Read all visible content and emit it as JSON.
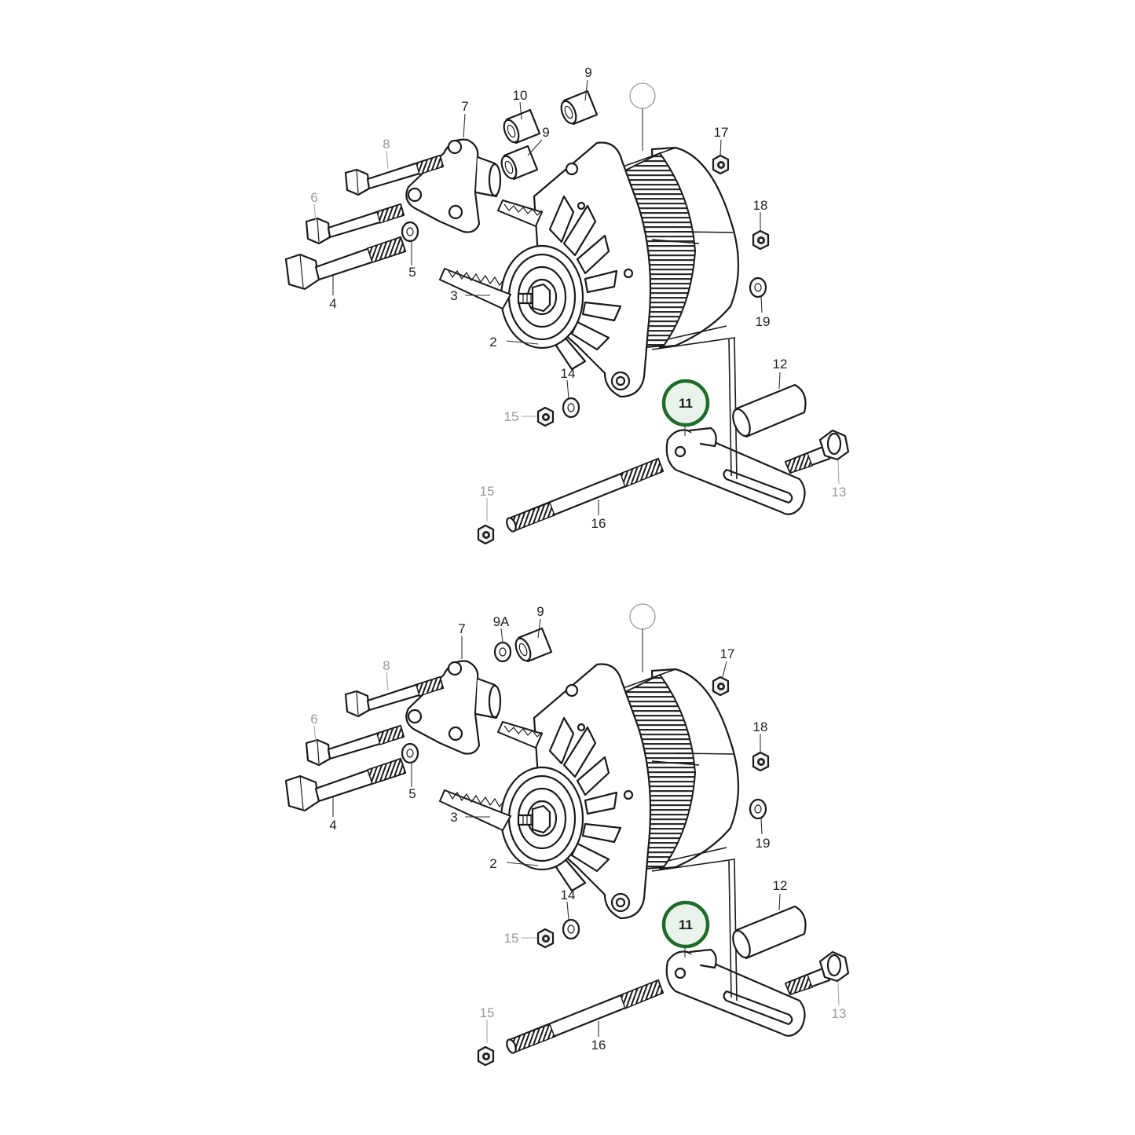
{
  "highlight_color": "#1e6b2a",
  "highlight_fill": "#e9f3ea",
  "diagrams": [
    {
      "id": "top",
      "callouts": {
        "c9": "9",
        "c10": "10",
        "c9b": "9",
        "c7": "7",
        "c8": "8",
        "c6": "6",
        "c5": "5",
        "c4": "4",
        "c3": "3",
        "c2": "2",
        "c14": "14",
        "c15a": "15",
        "c17": "17",
        "c18": "18",
        "c19": "19",
        "c12": "12",
        "c11": "11",
        "c13": "13",
        "c15b": "15",
        "c16": "16"
      }
    },
    {
      "id": "bottom",
      "callouts": {
        "c9": "9",
        "c9A": "9A",
        "c7": "7",
        "c8": "8",
        "c6": "6",
        "c5": "5",
        "c4": "4",
        "c3": "3",
        "c2": "2",
        "c14": "14",
        "c15a": "15",
        "c17": "17",
        "c18": "18",
        "c19": "19",
        "c12": "12",
        "c11": "11",
        "c13": "13",
        "c15b": "15",
        "c16": "16"
      }
    }
  ]
}
